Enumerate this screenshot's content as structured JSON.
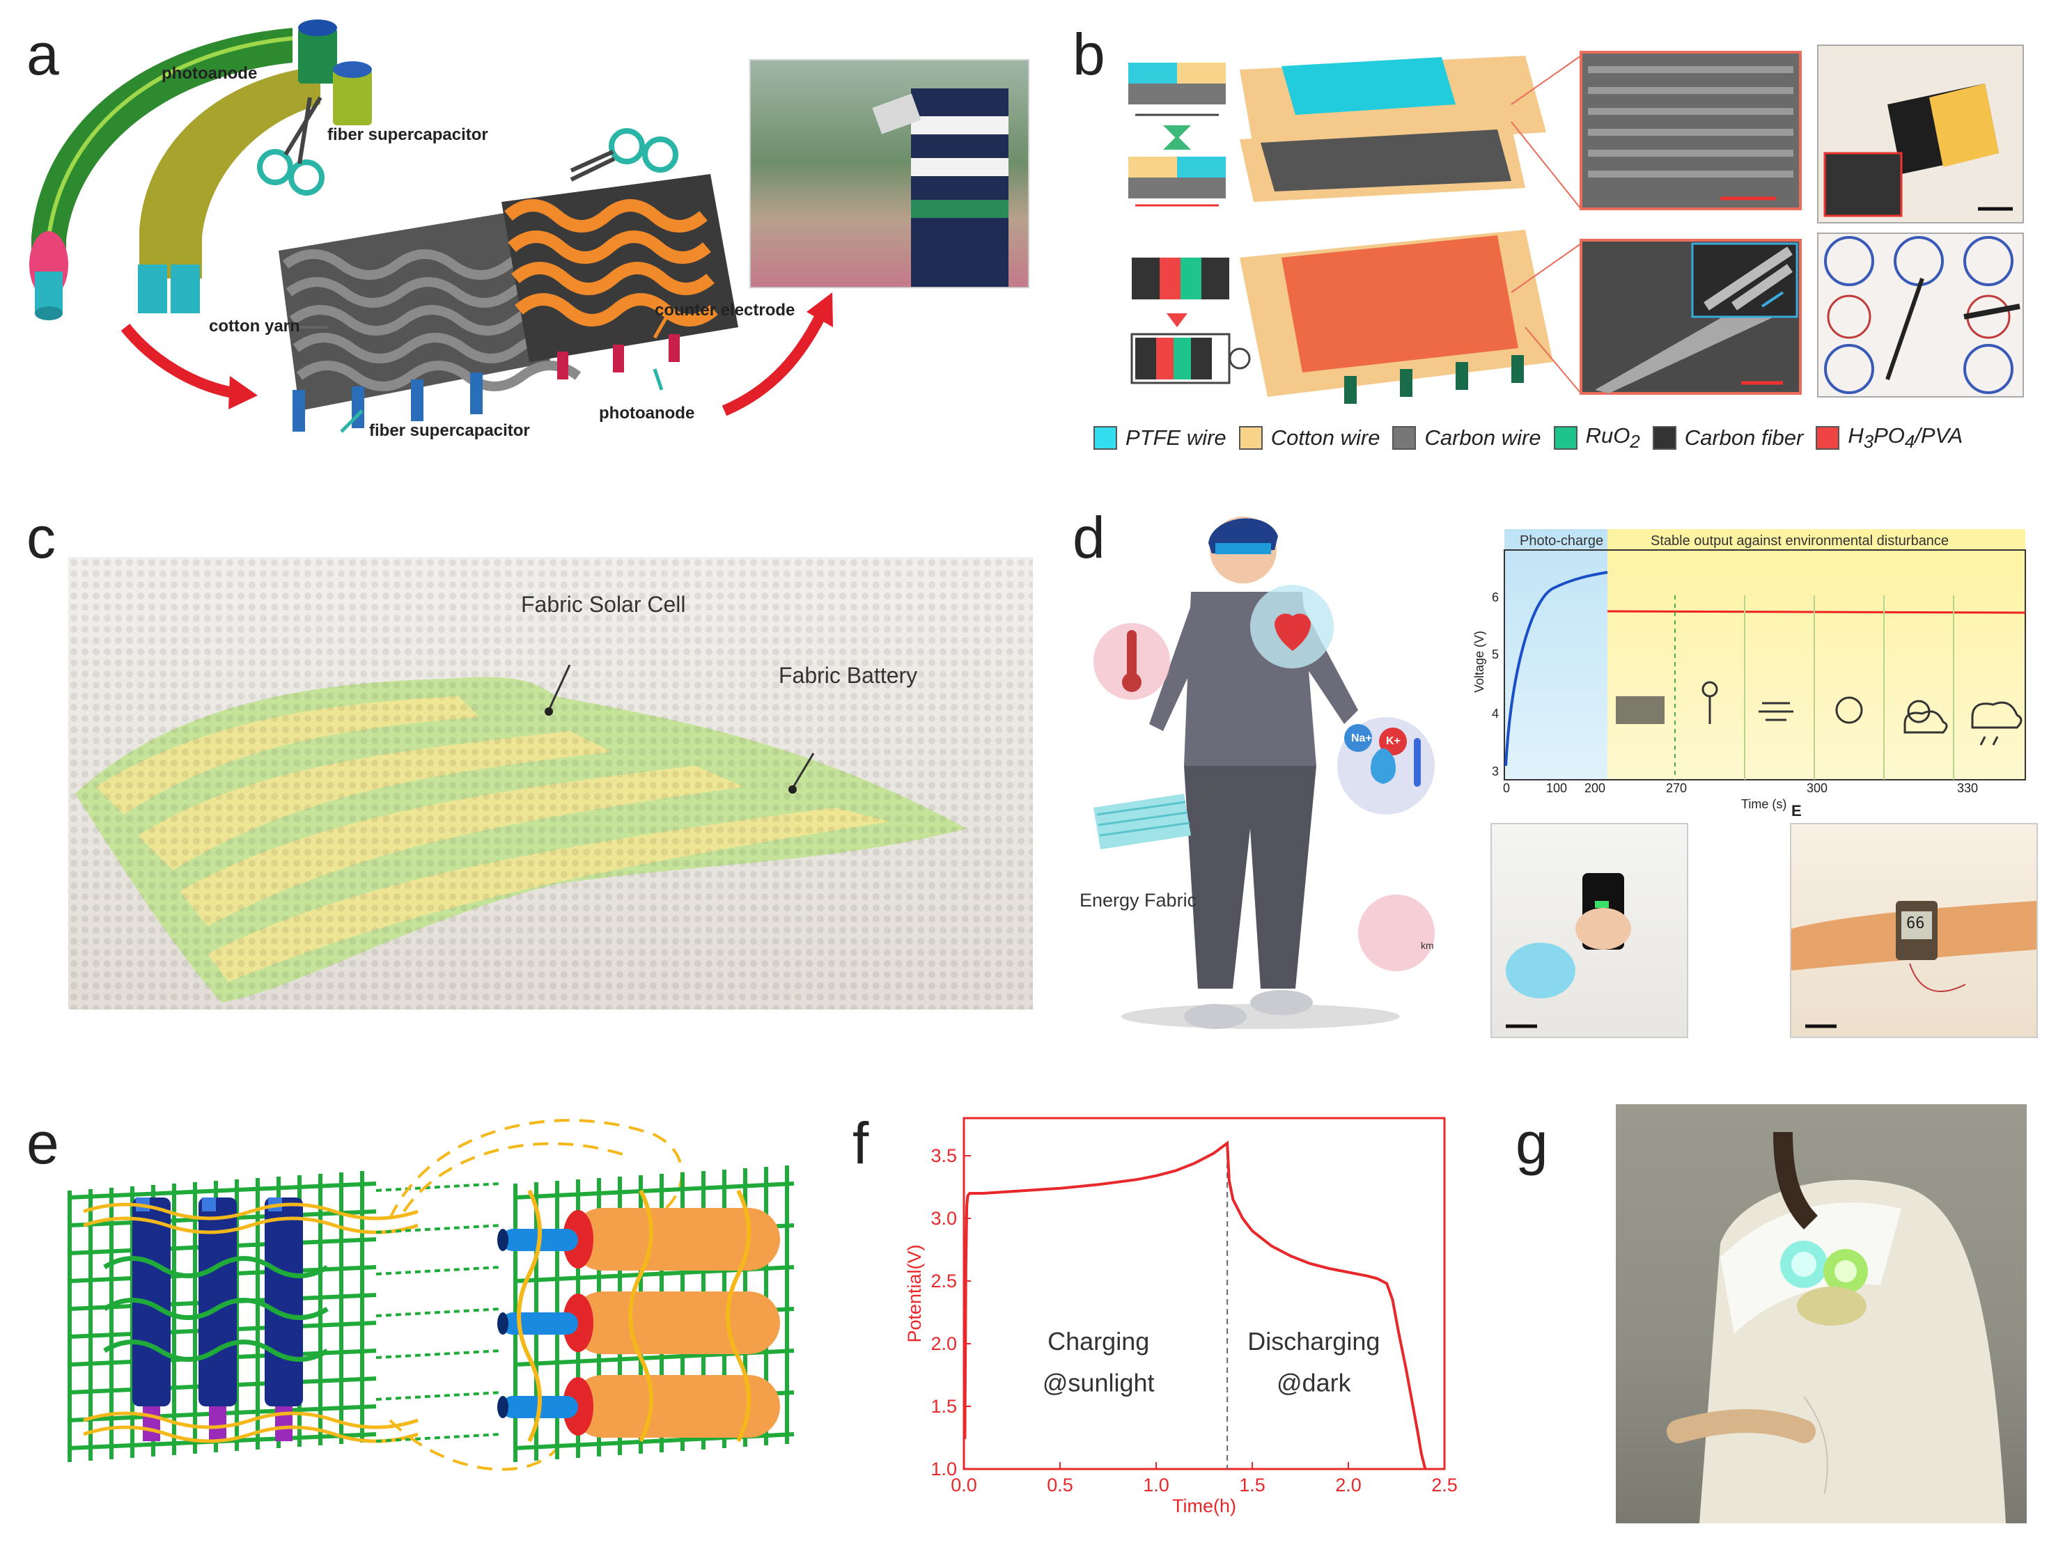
{
  "panels": {
    "a": {
      "label": "a",
      "photoanode_top": "photoanode",
      "fiber_supercapacitor_top": "fiber supercapacitor",
      "cotton_yarn": "cotton yarn",
      "counter_electrode": "counter electrode",
      "fiber_supercapacitor_bottom": "fiber supercapacitor",
      "photoanode_bottom": "photoanode"
    },
    "b": {
      "label": "b",
      "legend": [
        {
          "name": "PTFE wire",
          "color": "#33ddee"
        },
        {
          "name": "Cotton wire",
          "color": "#f7d48a"
        },
        {
          "name": "Carbon wire",
          "color": "#777777"
        },
        {
          "name": "RuO",
          "sub": "2",
          "color": "#1ec48c"
        },
        {
          "name": "Carbon fiber",
          "color": "#333333"
        },
        {
          "name": "H",
          "sub1": "3",
          "mid": "PO",
          "sub2": "4",
          "tail": "/PVA",
          "color": "#ee4444"
        }
      ]
    },
    "c": {
      "label": "c",
      "solar_cell": "Fabric Solar Cell",
      "battery": "Fabric Battery"
    },
    "d": {
      "label": "d",
      "energy_fabric": "Energy Fabric",
      "na": "Na+",
      "k": "K+",
      "km": "km",
      "inset_chart": {
        "photo_charge": "Photo-charge",
        "stable_output": "Stable output against environmental disturbance",
        "ylabel": "Voltage (V)",
        "xlabel": "Time (s)",
        "yticks": [
          "3",
          "4",
          "5",
          "6"
        ],
        "xticks": [
          "0",
          "100",
          "200",
          "270",
          "300",
          "330"
        ]
      },
      "e_label": "E",
      "watch_display": "66"
    },
    "e": {
      "label": "e"
    },
    "f": {
      "label": "f"
    },
    "g": {
      "label": "g"
    }
  },
  "chart_data": {
    "type": "line",
    "xlabel": "Time(h)",
    "ylabel": "Potential(V)",
    "xlim": [
      0.0,
      2.5
    ],
    "ylim": [
      1.0,
      3.8
    ],
    "xticks": [
      0.0,
      0.5,
      1.0,
      1.5,
      2.0,
      2.5
    ],
    "yticks": [
      1.0,
      1.5,
      2.0,
      2.5,
      3.0,
      3.5
    ],
    "xtick_labels": [
      "0.0",
      "0.5",
      "1.0",
      "1.5",
      "2.0",
      "2.5"
    ],
    "ytick_labels": [
      "1.0",
      "1.5",
      "2.0",
      "2.5",
      "3.0",
      "3.5"
    ],
    "divider_x": 1.37,
    "color": "#e8282b",
    "annotations": [
      {
        "line1": "Charging",
        "line2": "@sunlight"
      },
      {
        "line1": "Discharging",
        "line2": "@dark"
      }
    ],
    "series": [
      {
        "x": [
          0.0,
          0.005,
          0.01,
          0.015,
          0.02,
          0.03,
          0.1,
          0.3,
          0.5,
          0.7,
          0.9,
          1.0,
          1.1,
          1.2,
          1.3,
          1.37,
          1.38,
          1.4,
          1.45,
          1.5,
          1.6,
          1.7,
          1.8,
          1.9,
          2.0,
          2.1,
          2.15,
          2.2,
          2.23,
          2.26,
          2.3,
          2.33,
          2.36,
          2.38,
          2.4
        ],
        "y": [
          1.25,
          1.25,
          2.6,
          3.1,
          3.18,
          3.2,
          3.2,
          3.22,
          3.24,
          3.27,
          3.31,
          3.34,
          3.38,
          3.44,
          3.52,
          3.6,
          3.3,
          3.15,
          3.0,
          2.9,
          2.78,
          2.7,
          2.64,
          2.6,
          2.57,
          2.54,
          2.52,
          2.48,
          2.35,
          2.1,
          1.8,
          1.55,
          1.3,
          1.12,
          1.0
        ]
      }
    ]
  }
}
